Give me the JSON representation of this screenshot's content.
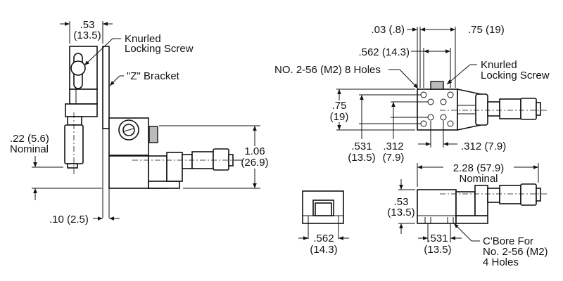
{
  "left_view": {
    "width_dim": {
      "inch": ".53",
      "mm": "(13.5)"
    },
    "knurled_label": {
      "line1": "Knurled",
      "line2": "Locking Screw"
    },
    "bracket_label": "\"Z\" Bracket",
    "offset_dim": {
      "line1": ".22 (5.6)",
      "line2": "Nominal"
    },
    "height_dim": {
      "inch": "1.06",
      "mm": "(26.9)"
    },
    "thickness_dim": ".10 (2.5)"
  },
  "top_view": {
    "gap_dim": ".03 (.8)",
    "width_dim": ".75 (19)",
    "hole_span_dim": ".562 (14.3)",
    "holes_label": "NO. 2-56 (M2) 8 Holes",
    "knurled_label": {
      "line1": "Knurled",
      "line2": "Locking Screw"
    },
    "height_dim": {
      "inch": ".75",
      "mm": "(19)"
    },
    "hole_v_outer_dim": {
      "inch": ".531",
      "mm": "(13.5)"
    },
    "hole_v_inner_dim": {
      "inch": ".312",
      "mm": "(7.9)"
    },
    "hole_h_inner_dim": ".312 (7.9)"
  },
  "end_view": {
    "width_dim": {
      "inch": ".562",
      "mm": "(14.3)"
    }
  },
  "side_view": {
    "length_dim": {
      "line1": "2.28 (57.9)",
      "line2": "Nominal"
    },
    "height_dim": {
      "inch": ".53",
      "mm": "(13.5)"
    },
    "hole_span_dim": {
      "inch": ".531",
      "mm": "(13.5)"
    },
    "cbore_label": {
      "line1": "C'Bore For",
      "line2": "No. 2-56 (M2)",
      "line3": "4 Holes"
    }
  }
}
